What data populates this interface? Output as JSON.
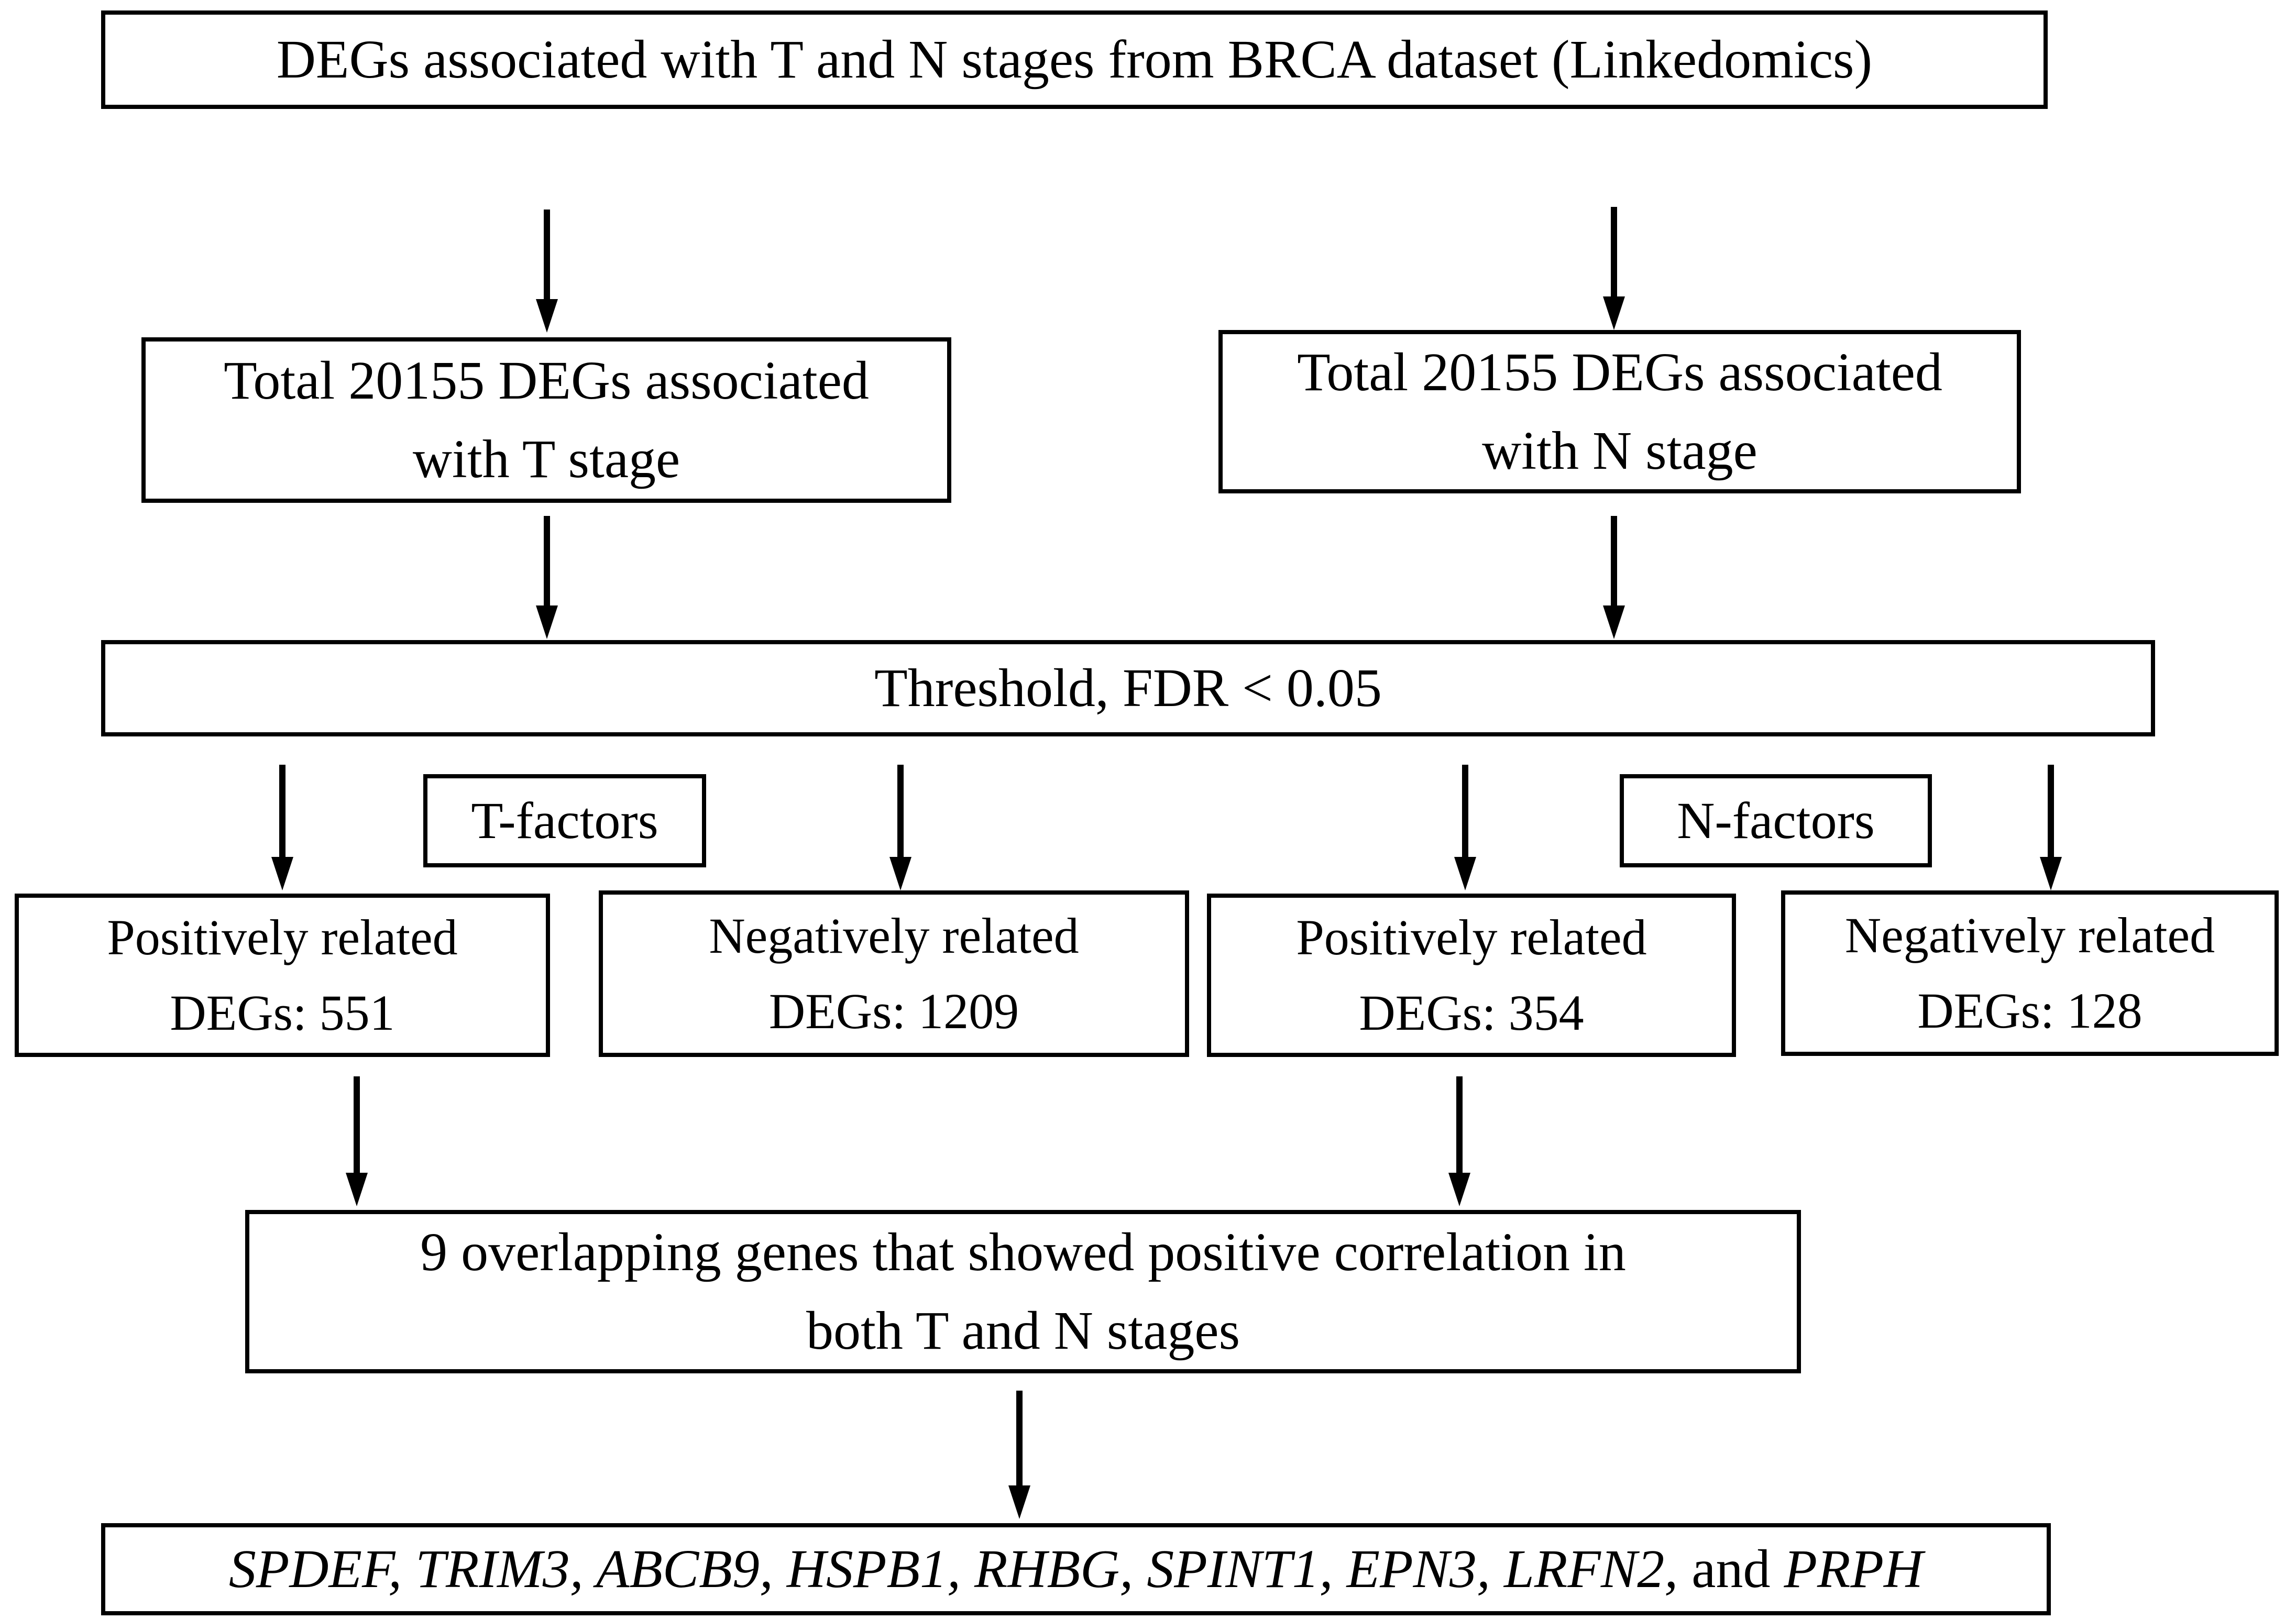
{
  "diagram": {
    "top": {
      "text": "DEGs associated with T and N stages from BRCA dataset (Linkedomics)"
    },
    "branches": {
      "t": {
        "total": {
          "line1": "Total 20155 DEGs associated",
          "line2": "with T stage"
        },
        "factor_label": "T-factors",
        "positive": {
          "line1": "Positively related",
          "line2": "DEGs: 551"
        },
        "negative": {
          "line1": "Negatively related",
          "line2": "DEGs: 1209"
        }
      },
      "n": {
        "total": {
          "line1": "Total 20155 DEGs associated",
          "line2": "with N stage"
        },
        "factor_label": "N-factors",
        "positive": {
          "line1": "Positively related",
          "line2": "DEGs: 354"
        },
        "negative": {
          "line1": "Negatively related",
          "line2": "DEGs: 128"
        }
      }
    },
    "threshold": {
      "text": "Threshold, FDR < 0.05"
    },
    "overlap": {
      "line1": "9 overlapping genes that showed positive correlation in",
      "line2": "both T and N stages"
    },
    "genes": {
      "italic_list": "SPDEF, TRIM3, ABCB9, HSPB1, RHBG, SPINT1, EPN3, LRFN2,",
      "connector": " and ",
      "last_gene": "PRPH"
    }
  },
  "colors": {
    "background": "#ffffff",
    "line": "#000000",
    "text": "#000000"
  }
}
